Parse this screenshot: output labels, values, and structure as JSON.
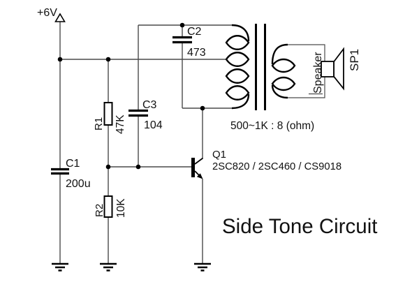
{
  "title": "Side Tone Circuit",
  "power_rail": {
    "label": "+6V"
  },
  "components": {
    "C1": {
      "ref": "C1",
      "value": "200u"
    },
    "C2": {
      "ref": "C2",
      "value": "473"
    },
    "C3": {
      "ref": "C3",
      "value": "104"
    },
    "R1": {
      "ref": "R1",
      "value": "47K"
    },
    "R2": {
      "ref": "R2",
      "value": "10K"
    },
    "Q1": {
      "ref": "Q1",
      "value": "2SC820 / 2SC460 / CS9018"
    }
  },
  "transformer": {
    "ratio_label": "500~1K : 8 (ohm)"
  },
  "speaker": {
    "label": "Speaker",
    "ref": "SP1"
  },
  "colors": {
    "background": "#ffffff",
    "wire": "#4a4a4a",
    "symbol": "#000000",
    "text": "#111111"
  }
}
